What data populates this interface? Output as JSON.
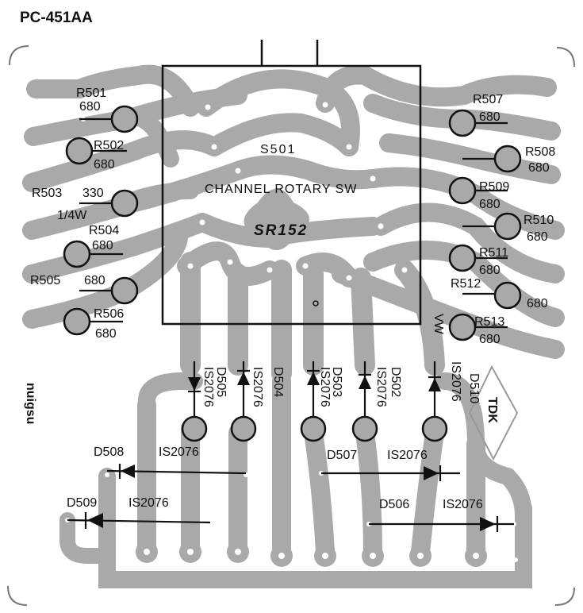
{
  "board": {
    "part_number": "PC-451AA",
    "mirror_brand": "nuigsu",
    "mirror_mark": "TDK",
    "mirror_mark2": "VW"
  },
  "switch": {
    "ref": "S501",
    "desc": "CHANNEL ROTARY SW",
    "model": "SR152"
  },
  "resistors": [
    {
      "ref": "R501",
      "value": "680"
    },
    {
      "ref": "R502",
      "value": "680"
    },
    {
      "ref": "R503",
      "value": "330"
    },
    {
      "ref": "R503_w",
      "value": "1/4W"
    },
    {
      "ref": "R504",
      "value": "680"
    },
    {
      "ref": "R505",
      "value": "680"
    },
    {
      "ref": "R506",
      "value": "680"
    },
    {
      "ref": "R507",
      "value": "680"
    },
    {
      "ref": "R508",
      "value": "680"
    },
    {
      "ref": "R509",
      "value": "680"
    },
    {
      "ref": "R510",
      "value": "680"
    },
    {
      "ref": "R511",
      "value": "680"
    },
    {
      "ref": "R512",
      "value": "680"
    },
    {
      "ref": "R513",
      "value": "680"
    }
  ],
  "diodes": [
    {
      "ref": "D502",
      "part": "IS2076"
    },
    {
      "ref": "D503",
      "part": "IS2076"
    },
    {
      "ref": "D504",
      "part": "IS2076"
    },
    {
      "ref": "D505",
      "part": "IS2076"
    },
    {
      "ref": "D506",
      "part": "IS2076"
    },
    {
      "ref": "D507",
      "part": "IS2076"
    },
    {
      "ref": "D508",
      "part": "IS2076"
    },
    {
      "ref": "D509",
      "part": "IS2076"
    },
    {
      "ref": "D510",
      "part": "IS2076"
    }
  ],
  "colors": {
    "copper": "#a9a9a9",
    "ink": "#111111",
    "board": "#ffffff"
  }
}
